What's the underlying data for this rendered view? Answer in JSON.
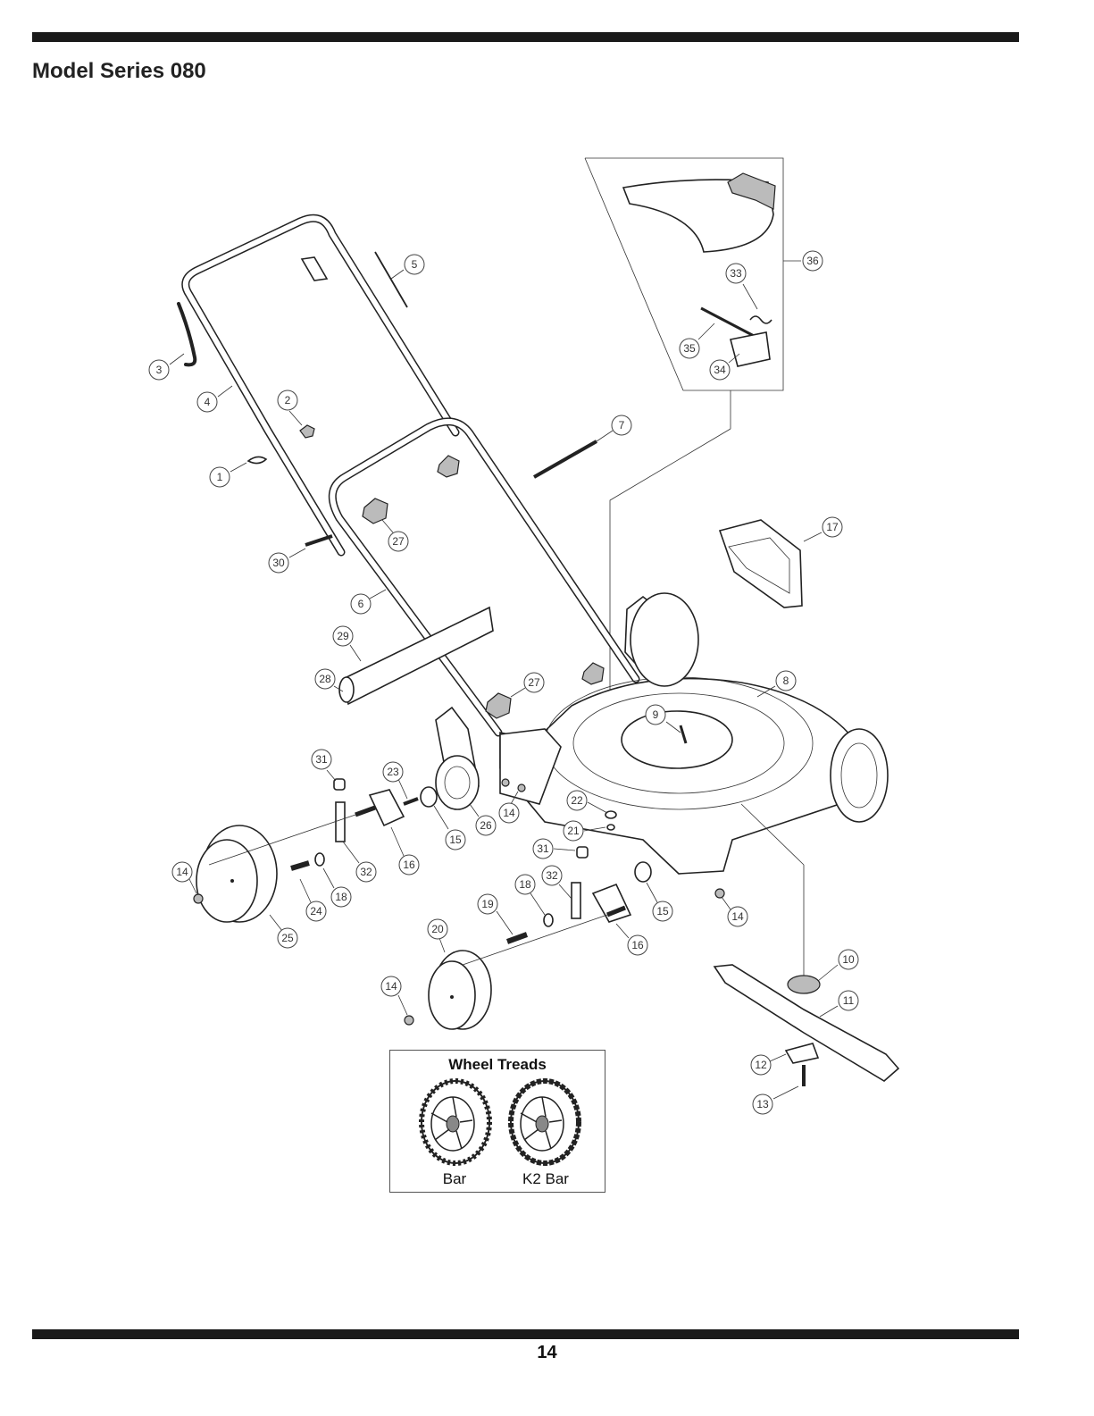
{
  "header": {
    "title": "Model Series 080"
  },
  "footer": {
    "page_number": "14"
  },
  "wheel_treads": {
    "title": "Wheel Treads",
    "labels": [
      "Bar",
      "K2 Bar"
    ]
  },
  "callouts": [
    "1",
    "2",
    "3",
    "4",
    "5",
    "6",
    "7",
    "8",
    "9",
    "10",
    "11",
    "12",
    "13",
    "14",
    "15",
    "16",
    "17",
    "18",
    "19",
    "20",
    "21",
    "22",
    "23",
    "24",
    "25",
    "26",
    "27",
    "28",
    "29",
    "30",
    "31",
    "32",
    "33",
    "34",
    "35",
    "36"
  ]
}
